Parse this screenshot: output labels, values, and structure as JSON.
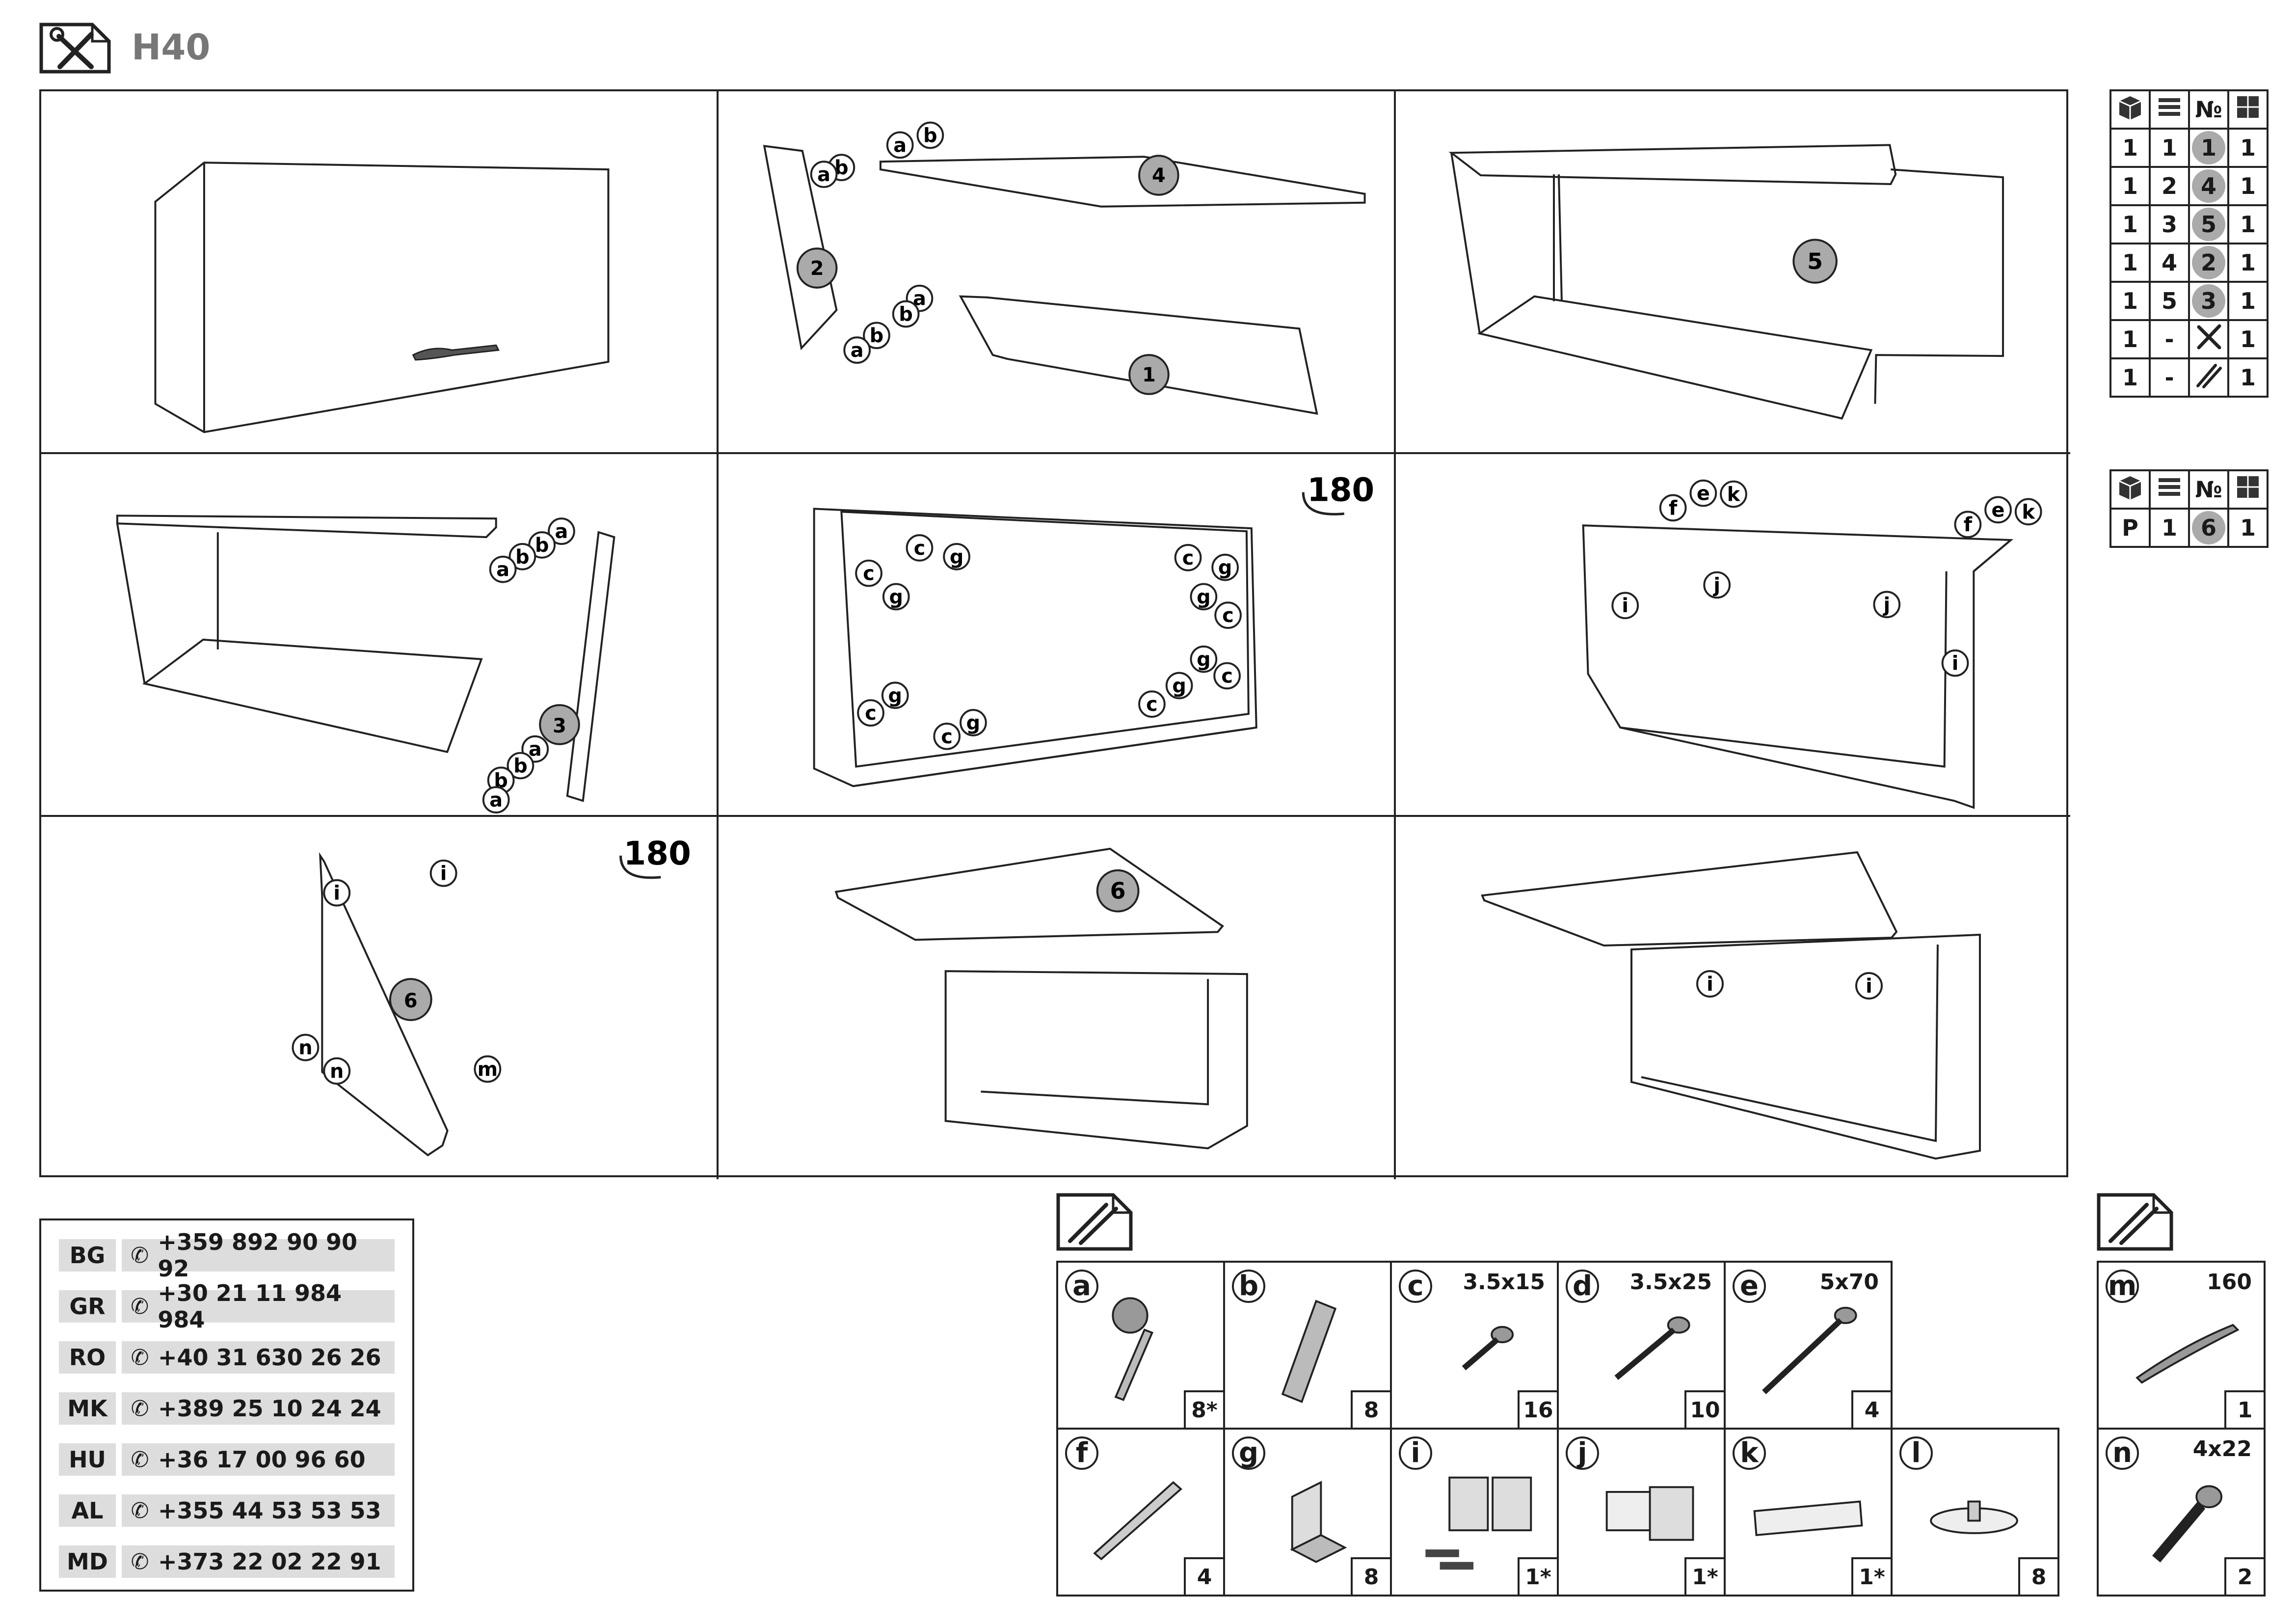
{
  "header": {
    "title": "H40",
    "icon": "tools-icon"
  },
  "steps": {
    "step2": {
      "letters": [
        "a",
        "b",
        "b",
        "a",
        "a",
        "b",
        "b",
        "a"
      ],
      "parts": [
        "4",
        "2",
        "1"
      ]
    },
    "step3": {
      "parts": [
        "5"
      ]
    },
    "step4": {
      "letters": [
        "a",
        "b",
        "b",
        "a",
        "a",
        "b",
        "b",
        "a"
      ],
      "parts": [
        "3"
      ]
    },
    "step5": {
      "rotate": "180",
      "letters": [
        "c",
        "g",
        "c",
        "g",
        "c",
        "g",
        "g",
        "c",
        "g",
        "c",
        "c",
        "g",
        "c",
        "g",
        "c",
        "g"
      ]
    },
    "step6": {
      "letters": [
        "f",
        "e",
        "k",
        "f",
        "e",
        "k",
        "i",
        "j",
        "j",
        "i"
      ]
    },
    "step7": {
      "rotate": "180",
      "letters": [
        "i",
        "i",
        "n",
        "n",
        "m"
      ],
      "parts": [
        "6"
      ]
    },
    "step8": {
      "parts": [
        "6"
      ]
    },
    "step9": {
      "letters": [
        "i",
        "i"
      ]
    }
  },
  "parts_table_1": {
    "header_icons": [
      "box-icon",
      "stack-icon",
      "number-sign",
      "grid-count-icon"
    ],
    "number_header": "№",
    "rows": [
      [
        "1",
        "1",
        "1",
        "1"
      ],
      [
        "1",
        "2",
        "4",
        "1"
      ],
      [
        "1",
        "3",
        "5",
        "1"
      ],
      [
        "1",
        "4",
        "2",
        "1"
      ],
      [
        "1",
        "5",
        "3",
        "1"
      ],
      [
        "1",
        "-",
        "tools-icon",
        "1"
      ],
      [
        "1",
        "-",
        "hardware-icon",
        "1"
      ]
    ]
  },
  "parts_table_2": {
    "number_header": "№",
    "rows": [
      [
        "P",
        "1",
        "6",
        "1"
      ]
    ]
  },
  "phones": [
    {
      "cc": "BG",
      "num": "+359 892 90 90 92"
    },
    {
      "cc": "GR",
      "num": "+30 21 11 984 984"
    },
    {
      "cc": "RO",
      "num": "+40 31 630 26 26"
    },
    {
      "cc": "MK",
      "num": "+389 25 10 24 24"
    },
    {
      "cc": "HU",
      "num": "+36 17 00 96 60"
    },
    {
      "cc": "AL",
      "num": "+355 44 53 53 53"
    },
    {
      "cc": "MD",
      "num": "+373 22 02 22 91"
    }
  ],
  "hardware": [
    {
      "letter": "a",
      "size": "",
      "qty": "8*"
    },
    {
      "letter": "b",
      "size": "",
      "qty": "8"
    },
    {
      "letter": "c",
      "size": "3.5x15",
      "qty": "16"
    },
    {
      "letter": "d",
      "size": "3.5x25",
      "qty": "10"
    },
    {
      "letter": "e",
      "size": "5x70",
      "qty": "4"
    },
    {
      "letter": "f",
      "size": "",
      "qty": "4"
    },
    {
      "letter": "g",
      "size": "",
      "qty": "8"
    },
    {
      "letter": "i",
      "size": "",
      "qty": "1*"
    },
    {
      "letter": "j",
      "size": "",
      "qty": "1*"
    },
    {
      "letter": "k",
      "size": "",
      "qty": "1*"
    },
    {
      "letter": "l",
      "size": "",
      "qty": "8"
    }
  ],
  "hardware_side": [
    {
      "letter": "m",
      "size": "160",
      "qty": "1"
    },
    {
      "letter": "n",
      "size": "4x22",
      "qty": "2"
    }
  ]
}
